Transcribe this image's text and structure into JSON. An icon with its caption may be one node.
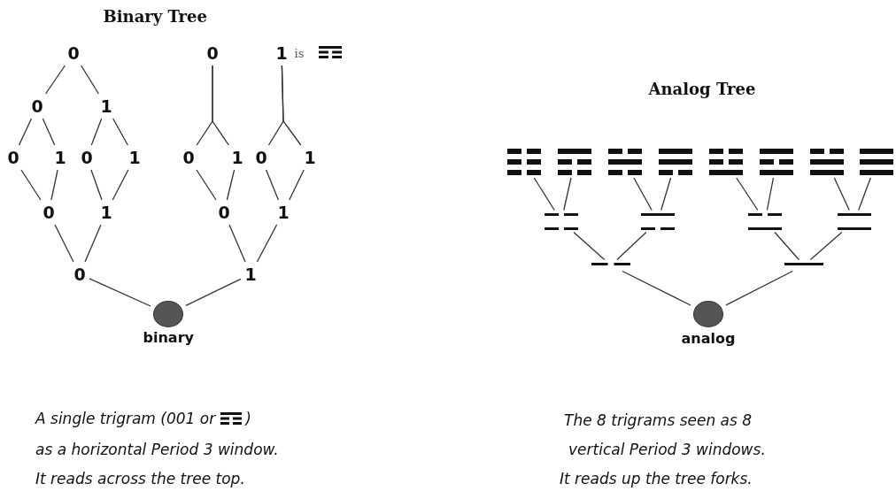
{
  "diagram": {
    "nodes": [
      {
        "text": [
          "0"
        ]
      },
      {
        "text": [
          "0"
        ]
      },
      {
        "text": [
          "1"
        ]
      },
      {
        "text": [
          "0"
        ]
      },
      {
        "text": [
          "1"
        ]
      },
      {
        "text": [
          "0"
        ]
      },
      {
        "text": [
          "1"
        ]
      },
      {
        "text": [
          "0"
        ]
      },
      {
        "text": [
          "1"
        ]
      },
      {
        "text": [
          "0"
        ]
      },
      {
        "text": [
          "0"
        ]
      },
      {
        "text": [
          "1"
        ]
      },
      {
        "text": [
          "0"
        ]
      },
      {
        "text": [
          "1"
        ]
      },
      {
        "text": [
          "0"
        ]
      },
      {
        "text": [
          "1"
        ]
      },
      {
        "text": [
          "0"
        ]
      },
      {
        "text": [
          "1"
        ]
      },
      {
        "text": [
          "1"
        ]
      },
      {
        "text": [],
        "shape": "circle",
        "beside": [
          "binary"
        ]
      },
      {
        "text": [],
        "shape": "bar"
      },
      {
        "text": [],
        "shape": "bar"
      },
      {
        "text": [],
        "shape": "bar"
      },
      {
        "text": [],
        "shape": "bar"
      },
      {
        "text": [],
        "shape": "bar"
      },
      {
        "text": [],
        "shape": "bar"
      },
      {
        "text": [],
        "shape": "bar"
      },
      {
        "text": [],
        "shape": "bar"
      },
      {
        "text": [],
        "shape": "bar"
      },
      {
        "text": [],
        "shape": "bar"
      },
      {
        "text": [],
        "shape": "bar"
      },
      {
        "text": [],
        "shape": "bar"
      },
      {
        "text": [],
        "shape": "bar"
      },
      {
        "text": [],
        "shape": "bar"
      },
      {
        "text": [],
        "shape": "circle",
        "beside": [
          "analog"
        ]
      }
    ],
    "edges": [
      {
        "from": 19,
        "to": 9,
        "arrow": "none"
      },
      {
        "from": 19,
        "to": 18,
        "arrow": "none"
      },
      {
        "from": 9,
        "to": 7,
        "arrow": "none"
      },
      {
        "from": 9,
        "to": 8,
        "arrow": "none"
      },
      {
        "from": 7,
        "to": 3,
        "arrow": "none"
      },
      {
        "from": 7,
        "to": 4,
        "arrow": "none"
      },
      {
        "from": 8,
        "to": 5,
        "arrow": "none"
      },
      {
        "from": 8,
        "to": 6,
        "arrow": "none"
      },
      {
        "from": 3,
        "to": 1,
        "arrow": "none"
      },
      {
        "from": 4,
        "to": 1,
        "arrow": "none"
      },
      {
        "from": 5,
        "to": 2,
        "arrow": "none"
      },
      {
        "from": 6,
        "to": 2,
        "arrow": "none"
      },
      {
        "from": 1,
        "to": 0,
        "arrow": "none"
      },
      {
        "from": 2,
        "to": 0,
        "arrow": "none"
      },
      {
        "from": 18,
        "to": 16,
        "arrow": "none"
      },
      {
        "from": 18,
        "to": 17,
        "arrow": "none"
      },
      {
        "from": 16,
        "to": 12,
        "arrow": "none"
      },
      {
        "from": 16,
        "to": 13,
        "arrow": "none"
      },
      {
        "from": 17,
        "to": 14,
        "arrow": "none"
      },
      {
        "from": 17,
        "to": 15,
        "arrow": "none"
      },
      {
        "from": 12,
        "to": 10,
        "arrow": "none"
      },
      {
        "from": 13,
        "to": 10,
        "arrow": "none"
      },
      {
        "from": 14,
        "to": 11,
        "arrow": "none"
      },
      {
        "from": 15,
        "to": 11,
        "arrow": "none"
      },
      {
        "from": 34,
        "to": 32,
        "arrow": "none"
      },
      {
        "from": 34,
        "to": 33,
        "arrow": "none"
      },
      {
        "from": 32,
        "to": 28,
        "arrow": "none"
      },
      {
        "from": 32,
        "to": 29,
        "arrow": "none"
      },
      {
        "from": 33,
        "to": 30,
        "arrow": "none"
      },
      {
        "from": 33,
        "to": 31,
        "arrow": "none"
      },
      {
        "from": 28,
        "to": 20,
        "arrow": "none"
      },
      {
        "from": 28,
        "to": 21,
        "arrow": "none"
      },
      {
        "from": 29,
        "to": 22,
        "arrow": "none"
      },
      {
        "from": 29,
        "to": 23,
        "arrow": "none"
      },
      {
        "from": 30,
        "to": 24,
        "arrow": "none"
      },
      {
        "from": 30,
        "to": 25,
        "arrow": "none"
      },
      {
        "from": 31,
        "to": 26,
        "arrow": "none"
      },
      {
        "from": 31,
        "to": 27,
        "arrow": "none"
      }
    ],
    "labels": [
      "Binary Tree",
      "is",
      "Analog Tree",
      "A single trigram (001 or",
      ")",
      "as a horizontal Period 3 window.",
      "It reads across the tree top.",
      "The 8 trigrams seen as 8",
      "vertical Period 3 windows.",
      "It reads up the tree forks."
    ]
  }
}
